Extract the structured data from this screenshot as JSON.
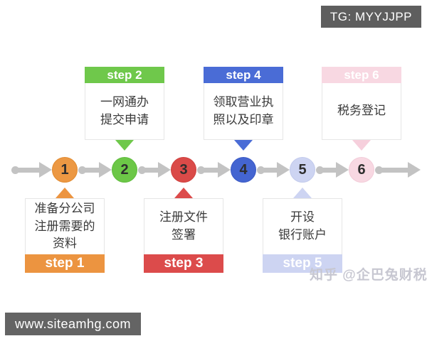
{
  "badges": {
    "tg": "TG: MYYJJPP",
    "website": "www.siteamhg.com"
  },
  "watermark": "知乎 @企巴兔财税",
  "colors": {
    "step1_orange": "#EC9440",
    "step2_green": "#6FC84B",
    "step3_red": "#DC4B4B",
    "step4_blue": "#4A6CD6",
    "step5_lavender": "#CDD4F2",
    "step6_pink": "#F8D8E2",
    "arrow_gray": "#C3C3C3",
    "badge_gray": "#5E5E5E"
  },
  "diagram": {
    "type": "process-flow-timeline",
    "direction": "left-to-right"
  },
  "steps": [
    {
      "number": "1",
      "label": "step 1",
      "text": "准备分公司\n注册需要的\n资料",
      "position": "bottom"
    },
    {
      "number": "2",
      "label": "step 2",
      "text": "一网通办\n提交申请",
      "position": "top"
    },
    {
      "number": "3",
      "label": "step 3",
      "text": "注册文件\n签署",
      "position": "bottom"
    },
    {
      "number": "4",
      "label": "step 4",
      "text": "领取营业执\n照以及印章",
      "position": "top"
    },
    {
      "number": "5",
      "label": "step 5",
      "text": "开设\n银行账户",
      "position": "bottom"
    },
    {
      "number": "6",
      "label": "step 6",
      "text": "税务登记",
      "position": "top"
    }
  ]
}
